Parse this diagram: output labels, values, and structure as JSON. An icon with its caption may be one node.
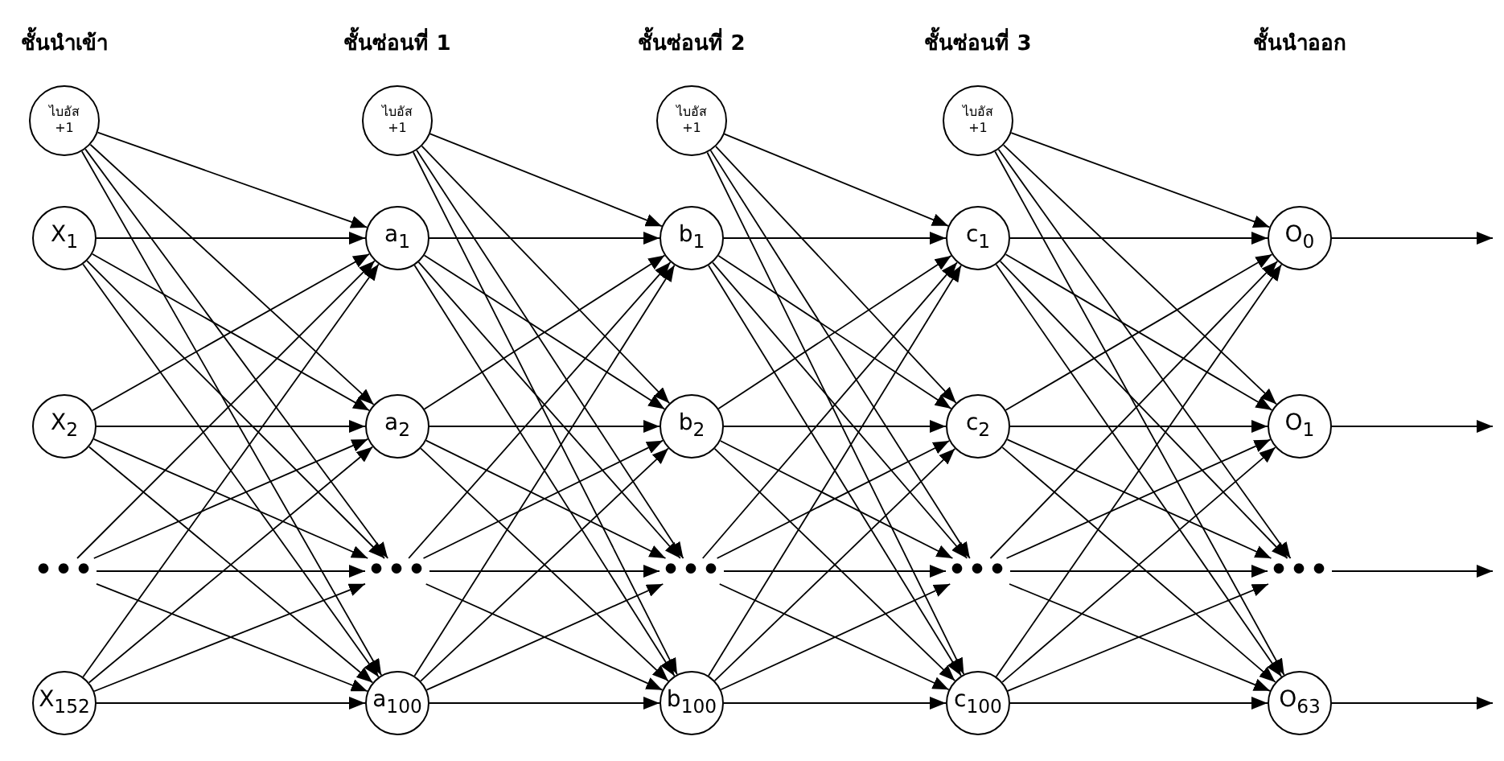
{
  "diagram": {
    "nodes": [
      {
        "text": [
          "ไบอัส",
          "+1"
        ]
      },
      {
        "text": [
          "X$_{1}$"
        ]
      },
      {
        "text": [
          "X$_{2}$"
        ]
      },
      {
        "text": [
          "•••"
        ]
      },
      {
        "text": [
          "X$_{152}$"
        ]
      },
      {
        "text": [
          "ไบอัส",
          "+1"
        ]
      },
      {
        "text": [
          "a$_{1}$"
        ]
      },
      {
        "text": [
          "a$_{2}$"
        ]
      },
      {
        "text": [
          "•••"
        ]
      },
      {
        "text": [
          "a$_{100}$"
        ]
      },
      {
        "text": [
          "ไบอัส",
          "+1"
        ]
      },
      {
        "text": [
          "b$_{1}$"
        ]
      },
      {
        "text": [
          "b$_{2}$"
        ]
      },
      {
        "text": [
          "•••"
        ]
      },
      {
        "text": [
          "b$_{100}$"
        ]
      },
      {
        "text": [
          "ไบอัส",
          "+1"
        ]
      },
      {
        "text": [
          "c$_{1}$"
        ]
      },
      {
        "text": [
          "c$_{2}$"
        ]
      },
      {
        "text": [
          "•••"
        ]
      },
      {
        "text": [
          "c$_{100}$"
        ]
      },
      {
        "text": [
          "O$_{0}$"
        ]
      },
      {
        "text": [
          "O$_{1}$"
        ]
      },
      {
        "text": [
          "•••"
        ]
      },
      {
        "text": [
          "O$_{63}$"
        ]
      }
    ],
    "edges": [
      {
        "from": 0,
        "to": 6,
        "arrow": "to"
      },
      {
        "from": 0,
        "to": 7,
        "arrow": "to"
      },
      {
        "from": 0,
        "to": 8,
        "arrow": "to"
      },
      {
        "from": 0,
        "to": 9,
        "arrow": "to"
      },
      {
        "from": 1,
        "to": 6,
        "arrow": "to"
      },
      {
        "from": 1,
        "to": 7,
        "arrow": "to"
      },
      {
        "from": 1,
        "to": 8,
        "arrow": "to"
      },
      {
        "from": 1,
        "to": 9,
        "arrow": "to"
      },
      {
        "from": 2,
        "to": 6,
        "arrow": "to"
      },
      {
        "from": 2,
        "to": 7,
        "arrow": "to"
      },
      {
        "from": 2,
        "to": 8,
        "arrow": "to"
      },
      {
        "from": 2,
        "to": 9,
        "arrow": "to"
      },
      {
        "from": 3,
        "to": 6,
        "arrow": "to"
      },
      {
        "from": 3,
        "to": 7,
        "arrow": "to"
      },
      {
        "from": 3,
        "to": 8,
        "arrow": "to"
      },
      {
        "from": 3,
        "to": 9,
        "arrow": "to"
      },
      {
        "from": 4,
        "to": 6,
        "arrow": "to"
      },
      {
        "from": 4,
        "to": 7,
        "arrow": "to"
      },
      {
        "from": 4,
        "to": 8,
        "arrow": "to"
      },
      {
        "from": 4,
        "to": 9,
        "arrow": "to"
      },
      {
        "from": 5,
        "to": 11,
        "arrow": "to"
      },
      {
        "from": 5,
        "to": 12,
        "arrow": "to"
      },
      {
        "from": 5,
        "to": 13,
        "arrow": "to"
      },
      {
        "from": 5,
        "to": 14,
        "arrow": "to"
      },
      {
        "from": 6,
        "to": 11,
        "arrow": "to"
      },
      {
        "from": 6,
        "to": 12,
        "arrow": "to"
      },
      {
        "from": 6,
        "to": 13,
        "arrow": "to"
      },
      {
        "from": 6,
        "to": 14,
        "arrow": "to"
      },
      {
        "from": 7,
        "to": 11,
        "arrow": "to"
      },
      {
        "from": 7,
        "to": 12,
        "arrow": "to"
      },
      {
        "from": 7,
        "to": 13,
        "arrow": "to"
      },
      {
        "from": 7,
        "to": 14,
        "arrow": "to"
      },
      {
        "from": 8,
        "to": 11,
        "arrow": "to"
      },
      {
        "from": 8,
        "to": 12,
        "arrow": "to"
      },
      {
        "from": 8,
        "to": 13,
        "arrow": "to"
      },
      {
        "from": 8,
        "to": 14,
        "arrow": "to"
      },
      {
        "from": 9,
        "to": 11,
        "arrow": "to"
      },
      {
        "from": 9,
        "to": 12,
        "arrow": "to"
      },
      {
        "from": 9,
        "to": 13,
        "arrow": "to"
      },
      {
        "from": 9,
        "to": 14,
        "arrow": "to"
      },
      {
        "from": 10,
        "to": 16,
        "arrow": "to"
      },
      {
        "from": 10,
        "to": 17,
        "arrow": "to"
      },
      {
        "from": 10,
        "to": 18,
        "arrow": "to"
      },
      {
        "from": 10,
        "to": 19,
        "arrow": "to"
      },
      {
        "from": 11,
        "to": 16,
        "arrow": "to"
      },
      {
        "from": 11,
        "to": 17,
        "arrow": "to"
      },
      {
        "from": 11,
        "to": 18,
        "arrow": "to"
      },
      {
        "from": 11,
        "to": 19,
        "arrow": "to"
      },
      {
        "from": 12,
        "to": 16,
        "arrow": "to"
      },
      {
        "from": 12,
        "to": 17,
        "arrow": "to"
      },
      {
        "from": 12,
        "to": 18,
        "arrow": "to"
      },
      {
        "from": 12,
        "to": 19,
        "arrow": "to"
      },
      {
        "from": 13,
        "to": 16,
        "arrow": "to"
      },
      {
        "from": 13,
        "to": 17,
        "arrow": "to"
      },
      {
        "from": 13,
        "to": 18,
        "arrow": "to"
      },
      {
        "from": 13,
        "to": 19,
        "arrow": "to"
      },
      {
        "from": 14,
        "to": 16,
        "arrow": "to"
      },
      {
        "from": 14,
        "to": 17,
        "arrow": "to"
      },
      {
        "from": 14,
        "to": 18,
        "arrow": "to"
      },
      {
        "from": 14,
        "to": 19,
        "arrow": "to"
      },
      {
        "from": 15,
        "to": 20,
        "arrow": "to"
      },
      {
        "from": 15,
        "to": 21,
        "arrow": "to"
      },
      {
        "from": 15,
        "to": 22,
        "arrow": "to"
      },
      {
        "from": 15,
        "to": 23,
        "arrow": "to"
      },
      {
        "from": 16,
        "to": 20,
        "arrow": "to"
      },
      {
        "from": 16,
        "to": 21,
        "arrow": "to"
      },
      {
        "from": 16,
        "to": 22,
        "arrow": "to"
      },
      {
        "from": 16,
        "to": 23,
        "arrow": "to"
      },
      {
        "from": 17,
        "to": 20,
        "arrow": "to"
      },
      {
        "from": 17,
        "to": 21,
        "arrow": "to"
      },
      {
        "from": 17,
        "to": 22,
        "arrow": "to"
      },
      {
        "from": 17,
        "to": 23,
        "arrow": "to"
      },
      {
        "from": 18,
        "to": 20,
        "arrow": "to"
      },
      {
        "from": 18,
        "to": 21,
        "arrow": "to"
      },
      {
        "from": 18,
        "to": 22,
        "arrow": "to"
      },
      {
        "from": 18,
        "to": 23,
        "arrow": "to"
      },
      {
        "from": 19,
        "to": 20,
        "arrow": "to"
      },
      {
        "from": 19,
        "to": 21,
        "arrow": "to"
      },
      {
        "from": 19,
        "to": 22,
        "arrow": "to"
      },
      {
        "from": 19,
        "to": 23,
        "arrow": "to"
      },
      {
        "from": 20,
        "to": null,
        "arrow": "to"
      },
      {
        "from": 21,
        "to": null,
        "arrow": "to"
      },
      {
        "from": 22,
        "to": null,
        "arrow": "to"
      },
      {
        "from": 23,
        "to": null,
        "arrow": "to"
      }
    ],
    "labels": [
      "ชั้นนำเข้า",
      "ชั้นซ่อนที่ 1",
      "ชั้นซ่อนที่ 2",
      "ชั้นซ่อนที่ 3",
      "ชั้นนำออก"
    ]
  }
}
